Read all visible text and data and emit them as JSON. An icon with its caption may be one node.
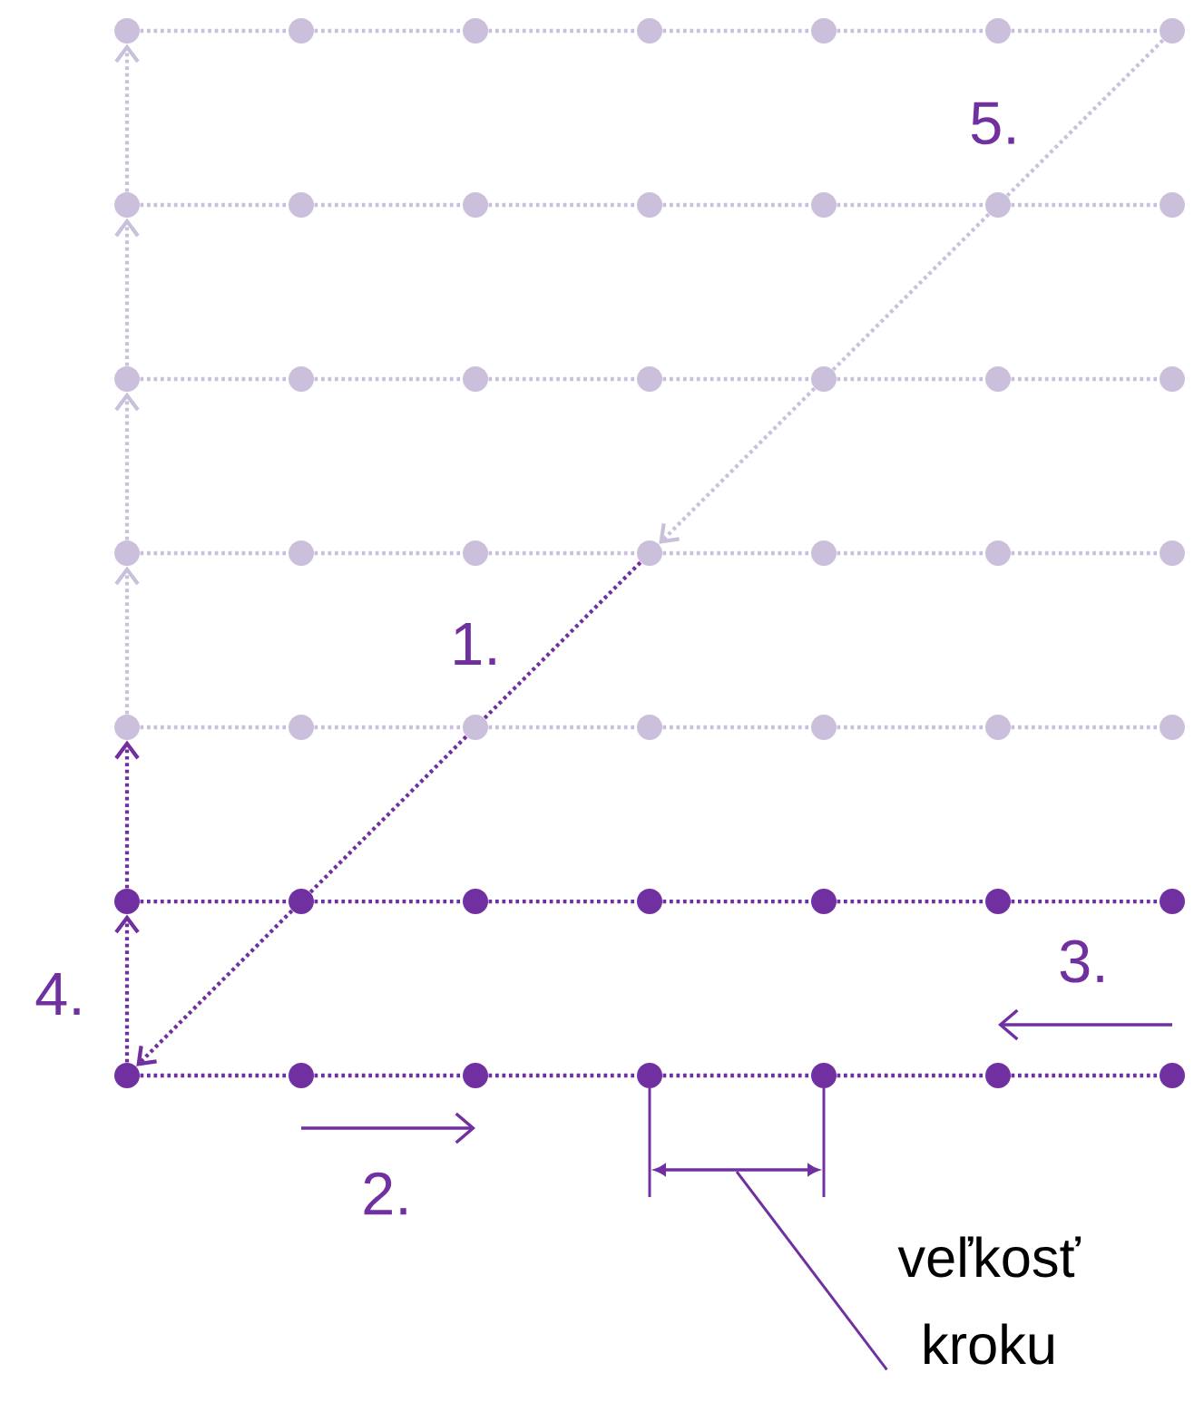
{
  "diagram": {
    "nodes": [
      {
        "text": [],
        "shape": "circle"
      },
      {
        "text": [],
        "shape": "circle"
      },
      {
        "text": [],
        "shape": "circle"
      },
      {
        "text": [],
        "shape": "circle"
      },
      {
        "text": [],
        "shape": "circle"
      },
      {
        "text": [],
        "shape": "circle"
      },
      {
        "text": [],
        "shape": "circle"
      },
      {
        "text": [],
        "shape": "circle"
      },
      {
        "text": [],
        "shape": "circle"
      },
      {
        "text": [],
        "shape": "circle"
      },
      {
        "text": [],
        "shape": "circle"
      },
      {
        "text": [],
        "shape": "circle"
      },
      {
        "text": [],
        "shape": "circle"
      },
      {
        "text": [],
        "shape": "circle"
      },
      {
        "text": [],
        "shape": "circle"
      },
      {
        "text": [],
        "shape": "circle"
      },
      {
        "text": [],
        "shape": "circle"
      },
      {
        "text": [],
        "shape": "circle"
      },
      {
        "text": [],
        "shape": "circle"
      },
      {
        "text": [],
        "shape": "circle"
      },
      {
        "text": [],
        "shape": "circle"
      },
      {
        "text": [],
        "shape": "circle"
      },
      {
        "text": [],
        "shape": "circle"
      },
      {
        "text": [],
        "shape": "circle"
      },
      {
        "text": [],
        "shape": "circle"
      },
      {
        "text": [],
        "shape": "circle"
      },
      {
        "text": [],
        "shape": "circle"
      },
      {
        "text": [],
        "shape": "circle"
      },
      {
        "text": [],
        "shape": "circle"
      },
      {
        "text": [],
        "shape": "circle"
      },
      {
        "text": [],
        "shape": "circle"
      },
      {
        "text": [],
        "shape": "circle"
      },
      {
        "text": [],
        "shape": "circle"
      },
      {
        "text": [],
        "shape": "circle"
      },
      {
        "text": [],
        "shape": "circle"
      },
      {
        "text": [],
        "shape": "circle"
      },
      {
        "text": [],
        "shape": "circle"
      },
      {
        "text": [],
        "shape": "circle"
      },
      {
        "text": [],
        "shape": "circle"
      },
      {
        "text": [],
        "shape": "circle"
      },
      {
        "text": [],
        "shape": "circle"
      },
      {
        "text": [],
        "shape": "circle"
      },
      {
        "text": [],
        "shape": "circle"
      },
      {
        "text": [],
        "shape": "circle"
      },
      {
        "text": [],
        "shape": "circle"
      },
      {
        "text": [],
        "shape": "circle"
      },
      {
        "text": [],
        "shape": "circle"
      },
      {
        "text": [],
        "shape": "circle"
      },
      {
        "text": [],
        "shape": "circle"
      },
      {
        "text": [
          "veľkosť kroku"
        ]
      }
    ],
    "edges": [
      {
        "from": 0,
        "to": 1,
        "arrow": "none",
        "style": "dashed"
      },
      {
        "from": 1,
        "to": 2,
        "arrow": "none",
        "style": "dashed"
      },
      {
        "from": 2,
        "to": 3,
        "arrow": "none",
        "style": "dashed"
      },
      {
        "from": 3,
        "to": 4,
        "arrow": "none",
        "style": "dashed"
      },
      {
        "from": 4,
        "to": 5,
        "arrow": "none",
        "style": "dashed"
      },
      {
        "from": 5,
        "to": 6,
        "arrow": "none",
        "style": "dashed"
      },
      {
        "from": 7,
        "to": 8,
        "arrow": "none",
        "style": "dashed"
      },
      {
        "from": 8,
        "to": 9,
        "arrow": "none",
        "style": "dashed"
      },
      {
        "from": 9,
        "to": 10,
        "arrow": "none",
        "style": "dashed"
      },
      {
        "from": 10,
        "to": 11,
        "arrow": "none",
        "style": "dashed"
      },
      {
        "from": 11,
        "to": 12,
        "arrow": "none",
        "style": "dashed"
      },
      {
        "from": 12,
        "to": 13,
        "arrow": "none",
        "style": "dashed"
      },
      {
        "from": 14,
        "to": 15,
        "arrow": "none",
        "style": "dashed"
      },
      {
        "from": 15,
        "to": 16,
        "arrow": "none",
        "style": "dashed"
      },
      {
        "from": 16,
        "to": 17,
        "arrow": "none",
        "style": "dashed"
      },
      {
        "from": 17,
        "to": 18,
        "arrow": "none",
        "style": "dashed"
      },
      {
        "from": 18,
        "to": 19,
        "arrow": "none",
        "style": "dashed"
      },
      {
        "from": 19,
        "to": 20,
        "arrow": "none",
        "style": "dashed"
      },
      {
        "from": 21,
        "to": 22,
        "arrow": "none",
        "style": "dashed"
      },
      {
        "from": 22,
        "to": 23,
        "arrow": "none",
        "style": "dashed"
      },
      {
        "from": 23,
        "to": 24,
        "arrow": "none",
        "style": "dashed"
      },
      {
        "from": 24,
        "to": 25,
        "arrow": "none",
        "style": "dashed"
      },
      {
        "from": 25,
        "to": 26,
        "arrow": "none",
        "style": "dashed"
      },
      {
        "from": 26,
        "to": 27,
        "arrow": "none",
        "style": "dashed"
      },
      {
        "from": 28,
        "to": 29,
        "arrow": "none",
        "style": "dashed"
      },
      {
        "from": 29,
        "to": 30,
        "arrow": "none",
        "style": "dashed"
      },
      {
        "from": 30,
        "to": 31,
        "arrow": "none",
        "style": "dashed"
      },
      {
        "from": 31,
        "to": 32,
        "arrow": "none",
        "style": "dashed"
      },
      {
        "from": 32,
        "to": 33,
        "arrow": "none",
        "style": "dashed"
      },
      {
        "from": 33,
        "to": 34,
        "arrow": "none",
        "style": "dashed"
      },
      {
        "from": 35,
        "to": 36,
        "arrow": "none",
        "style": "dashed",
        "color": "#7030a0"
      },
      {
        "from": 36,
        "to": 37,
        "arrow": "none",
        "style": "dashed",
        "color": "#7030a0"
      },
      {
        "from": 37,
        "to": 38,
        "arrow": "none",
        "style": "dashed",
        "color": "#7030a0"
      },
      {
        "from": 38,
        "to": 39,
        "arrow": "none",
        "style": "dashed",
        "color": "#7030a0"
      },
      {
        "from": 39,
        "to": 40,
        "arrow": "none",
        "style": "dashed",
        "color": "#7030a0"
      },
      {
        "from": 40,
        "to": 41,
        "arrow": "none",
        "style": "dashed",
        "color": "#7030a0"
      },
      {
        "from": 42,
        "to": 43,
        "arrow": "none",
        "style": "dashed",
        "color": "#7030a0"
      },
      {
        "from": 43,
        "to": 44,
        "arrow": "none",
        "style": "dashed",
        "color": "#7030a0"
      },
      {
        "from": 44,
        "to": 45,
        "arrow": "none",
        "style": "dashed",
        "color": "#7030a0"
      },
      {
        "from": 45,
        "to": 46,
        "arrow": "none",
        "style": "dashed",
        "color": "#7030a0"
      },
      {
        "from": 46,
        "to": 47,
        "arrow": "none",
        "style": "dashed",
        "color": "#7030a0"
      },
      {
        "from": 47,
        "to": 48,
        "arrow": "none",
        "style": "dashed",
        "color": "#7030a0"
      },
      {
        "from": 42,
        "to": 35,
        "arrow": "to",
        "style": "dashed",
        "color": "#7030a0"
      },
      {
        "from": 35,
        "to": 28,
        "arrow": "to",
        "style": "dashed",
        "color": "#7030a0"
      },
      {
        "from": 28,
        "to": 21,
        "arrow": "to",
        "style": "dashed"
      },
      {
        "from": 21,
        "to": 14,
        "arrow": "to",
        "style": "dashed"
      },
      {
        "from": 14,
        "to": 7,
        "arrow": "to",
        "style": "dashed"
      },
      {
        "from": 7,
        "to": 0,
        "arrow": "to",
        "style": "dashed"
      },
      {
        "from": 6,
        "to": 12,
        "arrow": "none",
        "style": "dashed"
      },
      {
        "from": 12,
        "to": 18,
        "arrow": "none",
        "style": "dashed"
      },
      {
        "from": 18,
        "to": 24,
        "arrow": "to",
        "style": "dashed"
      },
      {
        "from": 24,
        "to": 30,
        "arrow": "none",
        "style": "dashed",
        "color": "#7030a0"
      },
      {
        "from": 30,
        "to": 36,
        "arrow": "none",
        "style": "dashed",
        "color": "#7030a0"
      },
      {
        "from": 36,
        "to": 42,
        "arrow": "to",
        "style": "dashed",
        "color": "#7030a0"
      },
      {
        "from": 49,
        "to": null,
        "arrow": "none",
        "color": "#7030a0"
      }
    ],
    "labels": [
      "5.",
      "1.",
      "3.",
      "4.",
      "2."
    ]
  }
}
